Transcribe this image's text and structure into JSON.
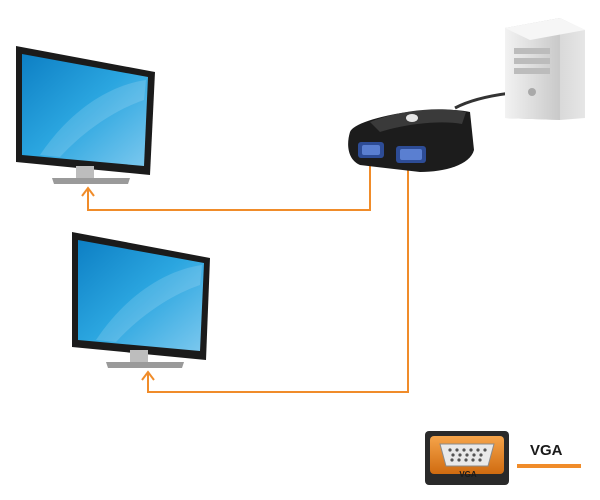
{
  "legend": {
    "label": "VGA",
    "connector_badge_text": "VGA",
    "line_color": "#f08c2a"
  },
  "colors": {
    "cable": "#f08c2a",
    "screen": "#1a9ad6",
    "bezel": "#111111",
    "splitter_body": "#1c1c1c",
    "port": "#3b5fb0",
    "tower": "#dcdcdc"
  },
  "nodes": [
    {
      "id": "monitor-1",
      "type": "monitor"
    },
    {
      "id": "monitor-2",
      "type": "monitor"
    },
    {
      "id": "vga-splitter",
      "type": "splitter"
    },
    {
      "id": "pc-tower",
      "type": "computer"
    }
  ],
  "connections": [
    {
      "from": "vga-splitter",
      "to": "monitor-1",
      "cable": "VGA"
    },
    {
      "from": "vga-splitter",
      "to": "monitor-2",
      "cable": "VGA"
    },
    {
      "from": "pc-tower",
      "to": "vga-splitter",
      "cable": "VGA"
    }
  ]
}
